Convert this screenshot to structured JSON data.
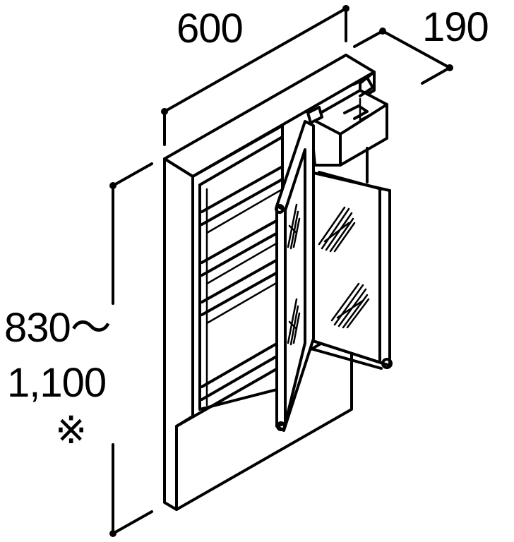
{
  "dimensions": {
    "width": "600",
    "depth": "190",
    "height_range": "830～",
    "height_max": "1,100",
    "note_mark": "※"
  },
  "colors": {
    "line": "#000000",
    "background": "#ffffff"
  }
}
